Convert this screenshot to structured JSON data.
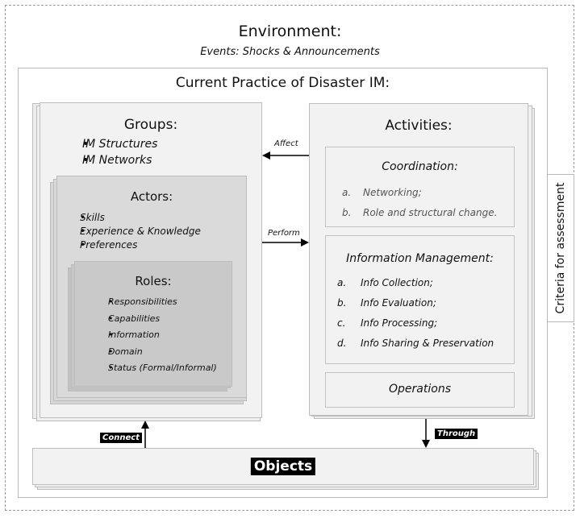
{
  "environment": {
    "title": "Environment:",
    "subtitle": "Events: Shocks & Announcements"
  },
  "practice": {
    "title": "Current Practice of Disaster IM:"
  },
  "criteria": "Criteria for assessment",
  "groups": {
    "title": "Groups:",
    "items": [
      "IM Structures",
      "IM Networks"
    ]
  },
  "actors": {
    "title": "Actors:",
    "items": [
      "Skills",
      "Experience & Knowledge",
      "Preferences"
    ]
  },
  "roles": {
    "title": "Roles:",
    "items": [
      "Responsibilities",
      "Capabilities",
      "Information",
      "Domain",
      "Status (Formal/Informal)"
    ]
  },
  "activities": {
    "title": "Activities:"
  },
  "coordination": {
    "title": "Coordination:",
    "items": [
      {
        "marker": "a.",
        "text": "Networking;"
      },
      {
        "marker": "b.",
        "text": "Role and structural change."
      }
    ]
  },
  "info_management": {
    "title": "Information Management:",
    "items": [
      {
        "marker": "a.",
        "text": "Info Collection;"
      },
      {
        "marker": "b.",
        "text": "Info Evaluation;"
      },
      {
        "marker": "c.",
        "text": "Info Processing;"
      },
      {
        "marker": "d.",
        "text": "Info Sharing & Preservation"
      }
    ]
  },
  "operations": {
    "title": "Operations"
  },
  "objects": {
    "title": "Objects"
  },
  "arrows": {
    "affect": "Affect",
    "perform": "Perform",
    "connect": "Connect",
    "through": "Through"
  }
}
